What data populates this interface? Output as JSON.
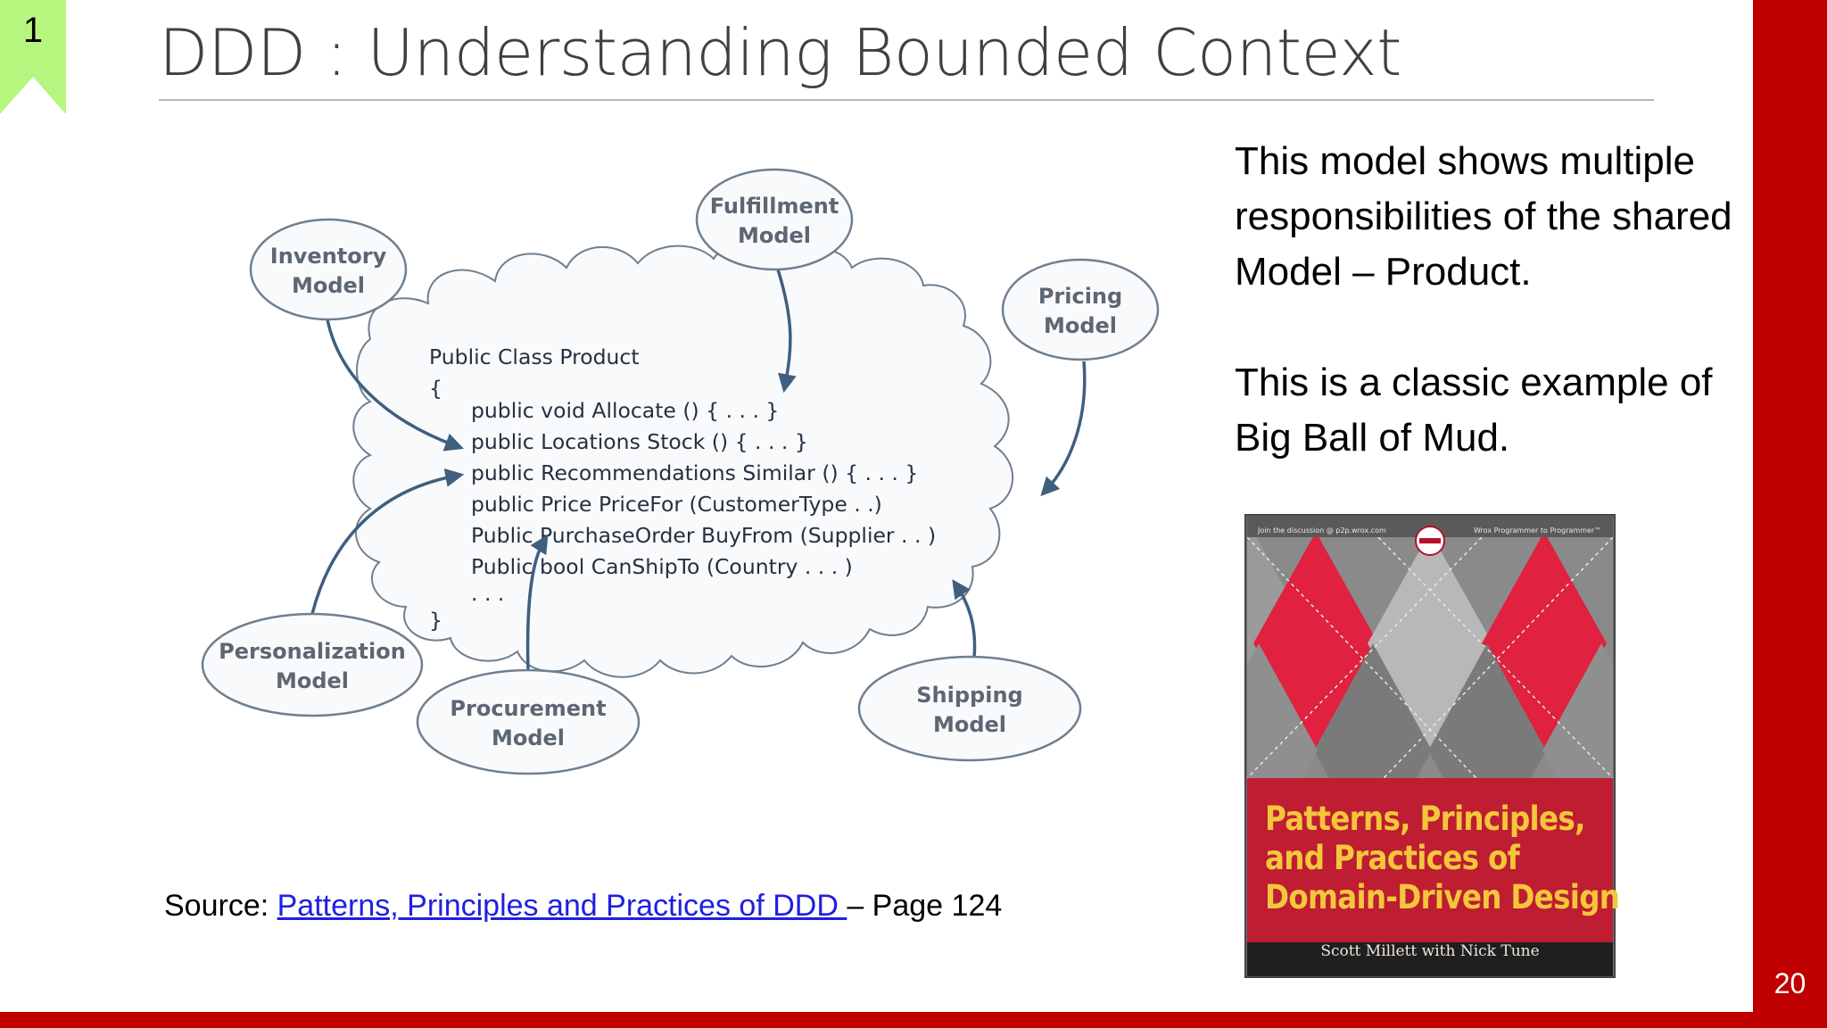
{
  "slide": {
    "section_number": "1",
    "title": "DDD : Understanding Bounded Context",
    "page_number": "20",
    "colors": {
      "accent_red": "#c00000",
      "section_green": "#b6f67e",
      "title_gray": "#404040"
    }
  },
  "diagram": {
    "models": {
      "inventory": [
        "Inventory",
        "Model"
      ],
      "fulfillment": [
        "Fulfillment",
        "Model"
      ],
      "pricing": [
        "Pricing",
        "Model"
      ],
      "personalization": [
        "Personalization",
        "Model"
      ],
      "procurement": [
        "Procurement",
        "Model"
      ],
      "shipping": [
        "Shipping",
        "Model"
      ]
    },
    "code": {
      "class_decl": "Public Class Product",
      "open_brace": "{",
      "members": [
        "public void Allocate () { . . . }",
        "public Locations Stock () { . . . }",
        "public Recommendations Similar () { . . . }",
        "public Price PriceFor (CustomerType . .)",
        "Public PurchaseOrder BuyFrom (Supplier . . )",
        "Public bool CanShipTo (Country . . . )"
      ],
      "ellipsis": ". . .",
      "close_brace": "}"
    }
  },
  "description": {
    "para1": "This model shows multiple responsibilities  of the shared Model – Product.",
    "para2": "This is a classic example of Big Ball of Mud."
  },
  "source": {
    "prefix": "Source: ",
    "link_text": "Patterns, Principles and Practices of DDD ",
    "suffix": "– Page 124"
  },
  "book": {
    "title": "Patterns, Principles, and Practices of Domain-Driven Design",
    "title_lines": [
      "Patterns, Principles,",
      "and Practices of",
      "Domain-Driven Design"
    ],
    "authors": "Scott Millett with Nick Tune",
    "top_left_text": "Join the discussion @ p2p.wrox.com",
    "top_right_text": "Wrox Programmer to Programmer™",
    "publisher": "wrox"
  }
}
